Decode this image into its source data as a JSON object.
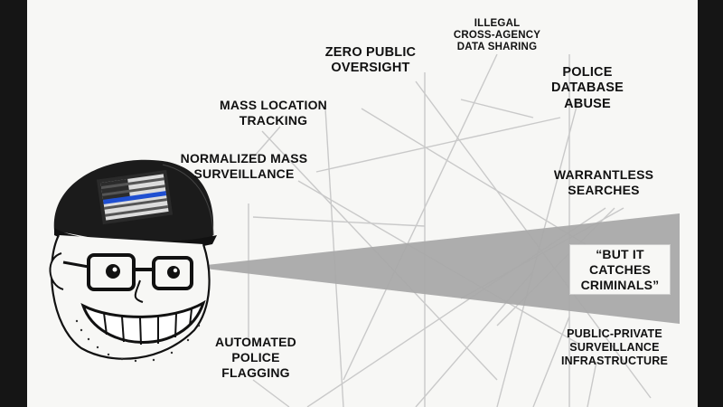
{
  "labels": {
    "zero_oversight": "ZERO PUBLIC\nOVERSIGHT",
    "illegal_sharing": "ILLEGAL\nCROSS-AGENCY\nDATA SHARING",
    "police_abuse": "POLICE\nDATABASE\nABUSE",
    "mass_location": "MASS LOCATION\nTRACKING",
    "normalized": "NORMALIZED MASS\nSURVEILLANCE",
    "warrantless": "WARRANTLESS\nSEARCHES",
    "catches": "“BUT IT\nCATCHES\nCRIMINALS”",
    "automated": "AUTOMATED\nPOLICE\nFLAGGING",
    "public_private": "PUBLIC-PRIVATE\nSURVEILLANCE\nINFRASTRUCTURE"
  },
  "colors": {
    "background": "#f7f7f5",
    "frame": "#151515",
    "beam": "#a9a9a9",
    "lines": "#c9c9c9",
    "flag_blue_line": "#1f4fd1"
  },
  "icons": {
    "character": "wojak-with-cap-icon",
    "cap_flag": "thin-blue-line-flag-icon"
  }
}
